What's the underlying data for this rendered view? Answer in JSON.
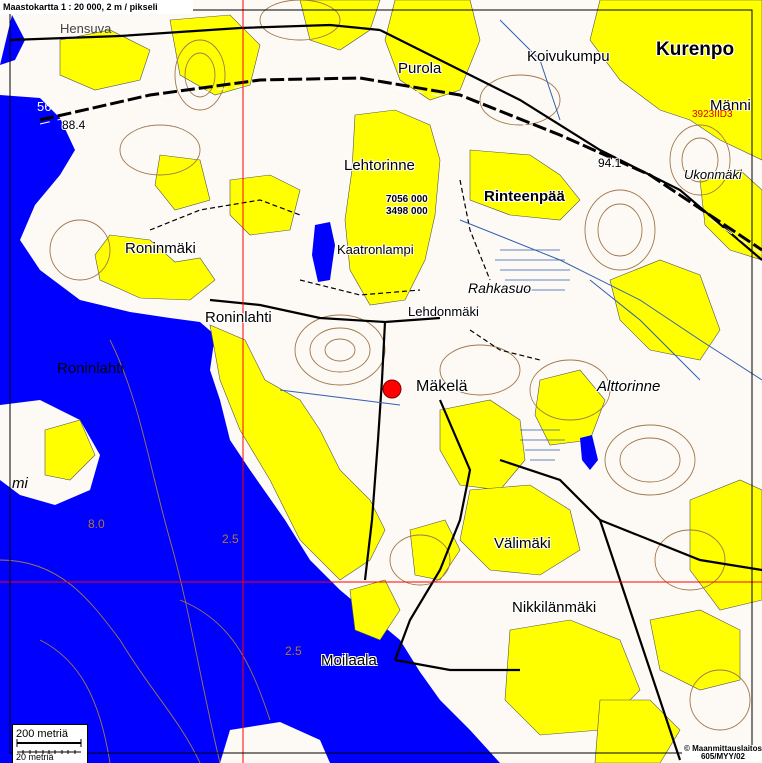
{
  "header": {
    "scale_caption": "Maastokartta 1 : 20 000, 2 m / pikseli"
  },
  "labels": {
    "kurenpo": "Kurenpo",
    "koivukumpu": "Koivukumpu",
    "purola": "Purola",
    "manni": "Männi",
    "sheet_id": "3923IID3",
    "lehtorinne": "Lehtorinne",
    "coord_n": "7056 000",
    "coord_e": "3498 000",
    "rinteenpaa": "Rinteenpää",
    "elev_941": "94.1",
    "ukonmaki": "Ukonmäki",
    "elev_884": "88.4",
    "elev_566": "566",
    "roninmaki": "Roninmäki",
    "kaatronlampi": "Kaatronlampi",
    "rahkasuo": "Rahkasuo",
    "lehdonmaki": "Lehdonmäki",
    "roninlahti_village": "Roninlahti",
    "roninlahti_bay": "Roninlahti",
    "makela": "Mäkelä",
    "alttorinne": "Alttorinne",
    "depth_8": "8.0",
    "depth_25a": "2.5",
    "depth_25b": "2.5",
    "valimaki": "Välimäki",
    "nikkilanmaki": "Nikkilänmäki",
    "moilaala": "Moilaala",
    "hensuva": "Hensuva",
    "mi": "mi"
  },
  "scale_bar": {
    "label_200": "200 metriä",
    "label_20": "20 metriä"
  },
  "copyright": {
    "line1": "© Maanmittauslaitos",
    "line2": "605/MYY/02"
  },
  "colors": {
    "water": "#0000ff",
    "field": "#ffff00",
    "land": "#fdfaf6",
    "contour": "#a0784a",
    "grid": "#ff0000",
    "marker": "#ff0000"
  }
}
